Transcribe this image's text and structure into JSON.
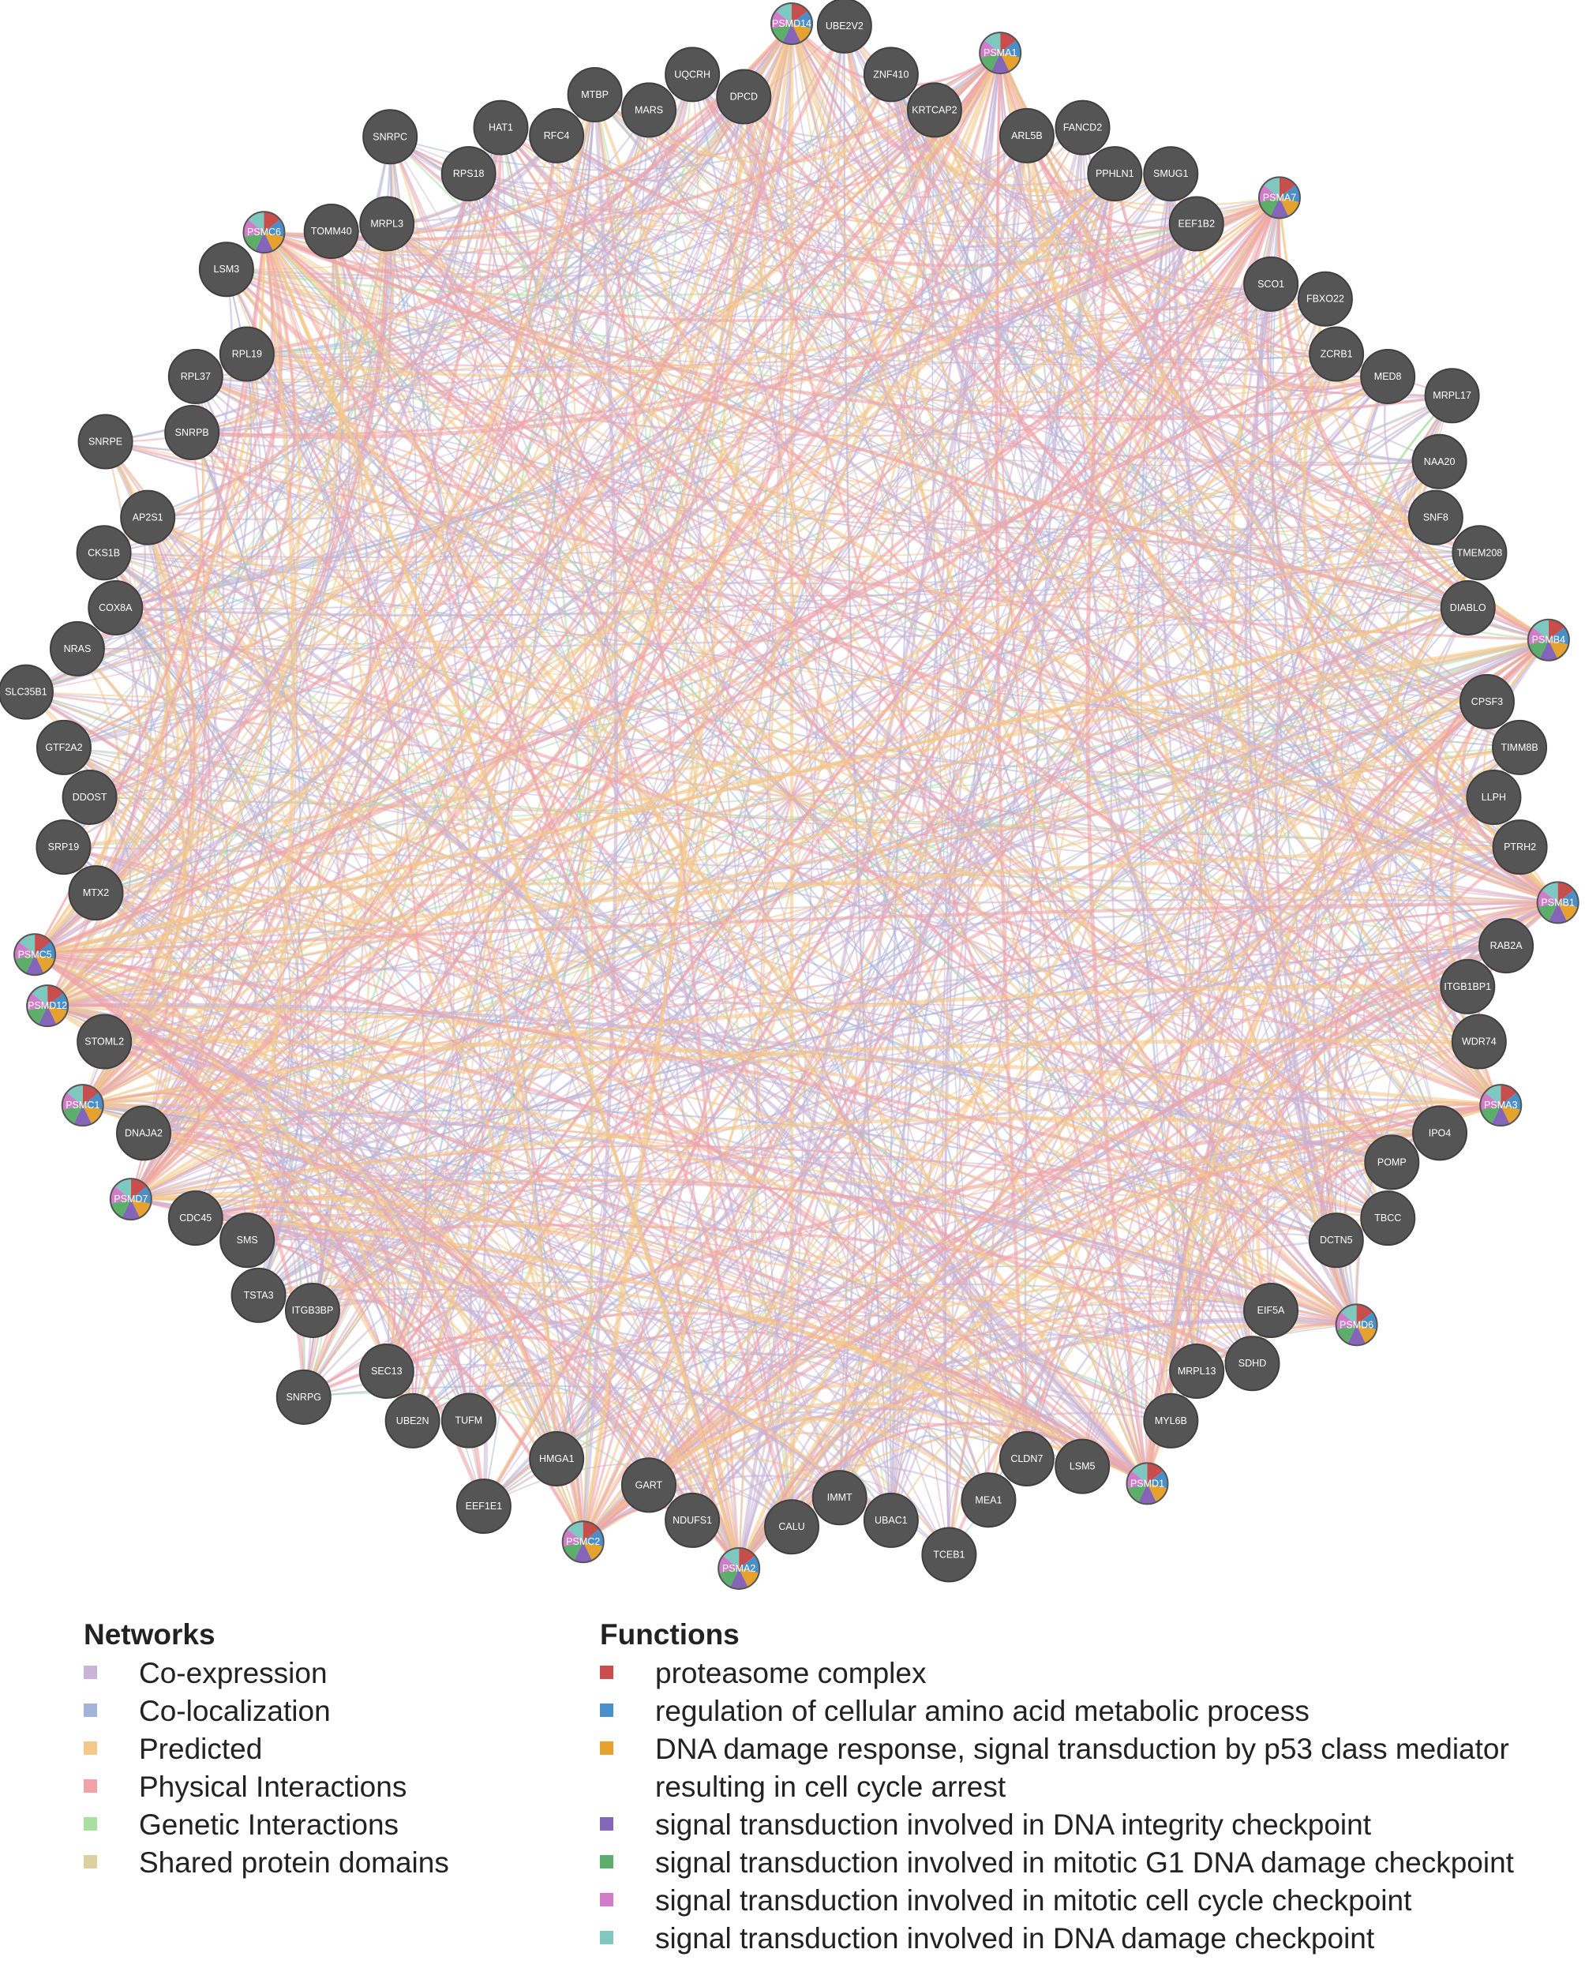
{
  "network": {
    "nodes": [
      {
        "label": "PSMD14",
        "query": true
      },
      {
        "label": "UBE2V2",
        "query": false
      },
      {
        "label": "ZNF410",
        "query": false
      },
      {
        "label": "KRTCAP2",
        "query": false
      },
      {
        "label": "PSMA1",
        "query": true
      },
      {
        "label": "ARL5B",
        "query": false
      },
      {
        "label": "FANCD2",
        "query": false
      },
      {
        "label": "PPHLN1",
        "query": false
      },
      {
        "label": "SMUG1",
        "query": false
      },
      {
        "label": "EEF1B2",
        "query": false
      },
      {
        "label": "PSMA7",
        "query": true
      },
      {
        "label": "SCO1",
        "query": false
      },
      {
        "label": "FBXO22",
        "query": false
      },
      {
        "label": "ZCRB1",
        "query": false
      },
      {
        "label": "MED8",
        "query": false
      },
      {
        "label": "MRPL17",
        "query": false
      },
      {
        "label": "NAA20",
        "query": false
      },
      {
        "label": "SNF8",
        "query": false
      },
      {
        "label": "TMEM208",
        "query": false
      },
      {
        "label": "DIABLO",
        "query": false
      },
      {
        "label": "PSMB4",
        "query": true
      },
      {
        "label": "CPSF3",
        "query": false
      },
      {
        "label": "TIMM8B",
        "query": false
      },
      {
        "label": "LLPH",
        "query": false
      },
      {
        "label": "PTRH2",
        "query": false
      },
      {
        "label": "PSMB1",
        "query": true
      },
      {
        "label": "RAB2A",
        "query": false
      },
      {
        "label": "ITGB1BP1",
        "query": false
      },
      {
        "label": "WDR74",
        "query": false
      },
      {
        "label": "PSMA3",
        "query": true
      },
      {
        "label": "IPO4",
        "query": false
      },
      {
        "label": "POMP",
        "query": false
      },
      {
        "label": "TBCC",
        "query": false
      },
      {
        "label": "DCTN5",
        "query": false
      },
      {
        "label": "PSMD6",
        "query": true
      },
      {
        "label": "EIF5A",
        "query": false
      },
      {
        "label": "SDHD",
        "query": false
      },
      {
        "label": "MRPL13",
        "query": false
      },
      {
        "label": "MYL6B",
        "query": false
      },
      {
        "label": "PSMD1",
        "query": true
      },
      {
        "label": "LSM5",
        "query": false
      },
      {
        "label": "CLDN7",
        "query": false
      },
      {
        "label": "MEA1",
        "query": false
      },
      {
        "label": "TCEB1",
        "query": false
      },
      {
        "label": "UBAC1",
        "query": false
      },
      {
        "label": "IMMT",
        "query": false
      },
      {
        "label": "CALU",
        "query": false
      },
      {
        "label": "PSMA2",
        "query": true
      },
      {
        "label": "NDUFS1",
        "query": false
      },
      {
        "label": "GART",
        "query": false
      },
      {
        "label": "PSMC2",
        "query": true
      },
      {
        "label": "HMGA1",
        "query": false
      },
      {
        "label": "EEF1E1",
        "query": false
      },
      {
        "label": "TUFM",
        "query": false
      },
      {
        "label": "UBE2N",
        "query": false
      },
      {
        "label": "SEC13",
        "query": false
      },
      {
        "label": "SNRPG",
        "query": false
      },
      {
        "label": "ITGB3BP",
        "query": false
      },
      {
        "label": "TSTA3",
        "query": false
      },
      {
        "label": "SMS",
        "query": false
      },
      {
        "label": "CDC45",
        "query": false
      },
      {
        "label": "PSMD7",
        "query": true
      },
      {
        "label": "DNAJA2",
        "query": false
      },
      {
        "label": "PSMC1",
        "query": true
      },
      {
        "label": "STOML2",
        "query": false
      },
      {
        "label": "PSMD12",
        "query": true
      },
      {
        "label": "PSMC5",
        "query": true
      },
      {
        "label": "MTX2",
        "query": false
      },
      {
        "label": "SRP19",
        "query": false
      },
      {
        "label": "DDOST",
        "query": false
      },
      {
        "label": "GTF2A2",
        "query": false
      },
      {
        "label": "SLC35B1",
        "query": false
      },
      {
        "label": "NRAS",
        "query": false
      },
      {
        "label": "COX8A",
        "query": false
      },
      {
        "label": "CKS1B",
        "query": false
      },
      {
        "label": "AP2S1",
        "query": false
      },
      {
        "label": "SNRPE",
        "query": false
      },
      {
        "label": "SNRPB",
        "query": false
      },
      {
        "label": "RPL37",
        "query": false
      },
      {
        "label": "RPL19",
        "query": false
      },
      {
        "label": "LSM3",
        "query": false
      },
      {
        "label": "PSMC6",
        "query": true
      },
      {
        "label": "TOMM40",
        "query": false
      },
      {
        "label": "MRPL3",
        "query": false
      },
      {
        "label": "SNRPC",
        "query": false
      },
      {
        "label": "RPS18",
        "query": false
      },
      {
        "label": "HAT1",
        "query": false
      },
      {
        "label": "RFC4",
        "query": false
      },
      {
        "label": "MTBP",
        "query": false
      },
      {
        "label": "MARS",
        "query": false
      },
      {
        "label": "UQCRH",
        "query": false
      },
      {
        "label": "DPCD",
        "query": false
      }
    ]
  },
  "legend": {
    "networks_title": "Networks",
    "networks": [
      {
        "label": "Co-expression",
        "color": "#c9b3d6"
      },
      {
        "label": "Co-localization",
        "color": "#a3b4da"
      },
      {
        "label": "Predicted",
        "color": "#f3c88a"
      },
      {
        "label": "Physical Interactions",
        "color": "#efa3a9"
      },
      {
        "label": "Genetic Interactions",
        "color": "#a8e0a0"
      },
      {
        "label": "Shared protein domains",
        "color": "#dccfa0"
      }
    ],
    "functions_title": "Functions",
    "functions": [
      {
        "label": "proteasome complex",
        "color": "#c84e4e"
      },
      {
        "label": "regulation of cellular amino acid metabolic process",
        "color": "#4b8fc8"
      },
      {
        "label": "DNA damage response, signal transduction by p53 class mediator",
        "label2": "resulting in cell cycle arrest",
        "color": "#e6a22e"
      },
      {
        "label": "signal transduction involved in DNA integrity checkpoint",
        "color": "#8465b8"
      },
      {
        "label": "signal transduction involved in mitotic G1 DNA damage checkpoint",
        "color": "#5cae6a"
      },
      {
        "label": "signal transduction involved in mitotic cell cycle checkpoint",
        "color": "#d07cc8"
      },
      {
        "label": "signal transduction involved in DNA damage checkpoint",
        "color": "#7ec8c0"
      }
    ]
  }
}
